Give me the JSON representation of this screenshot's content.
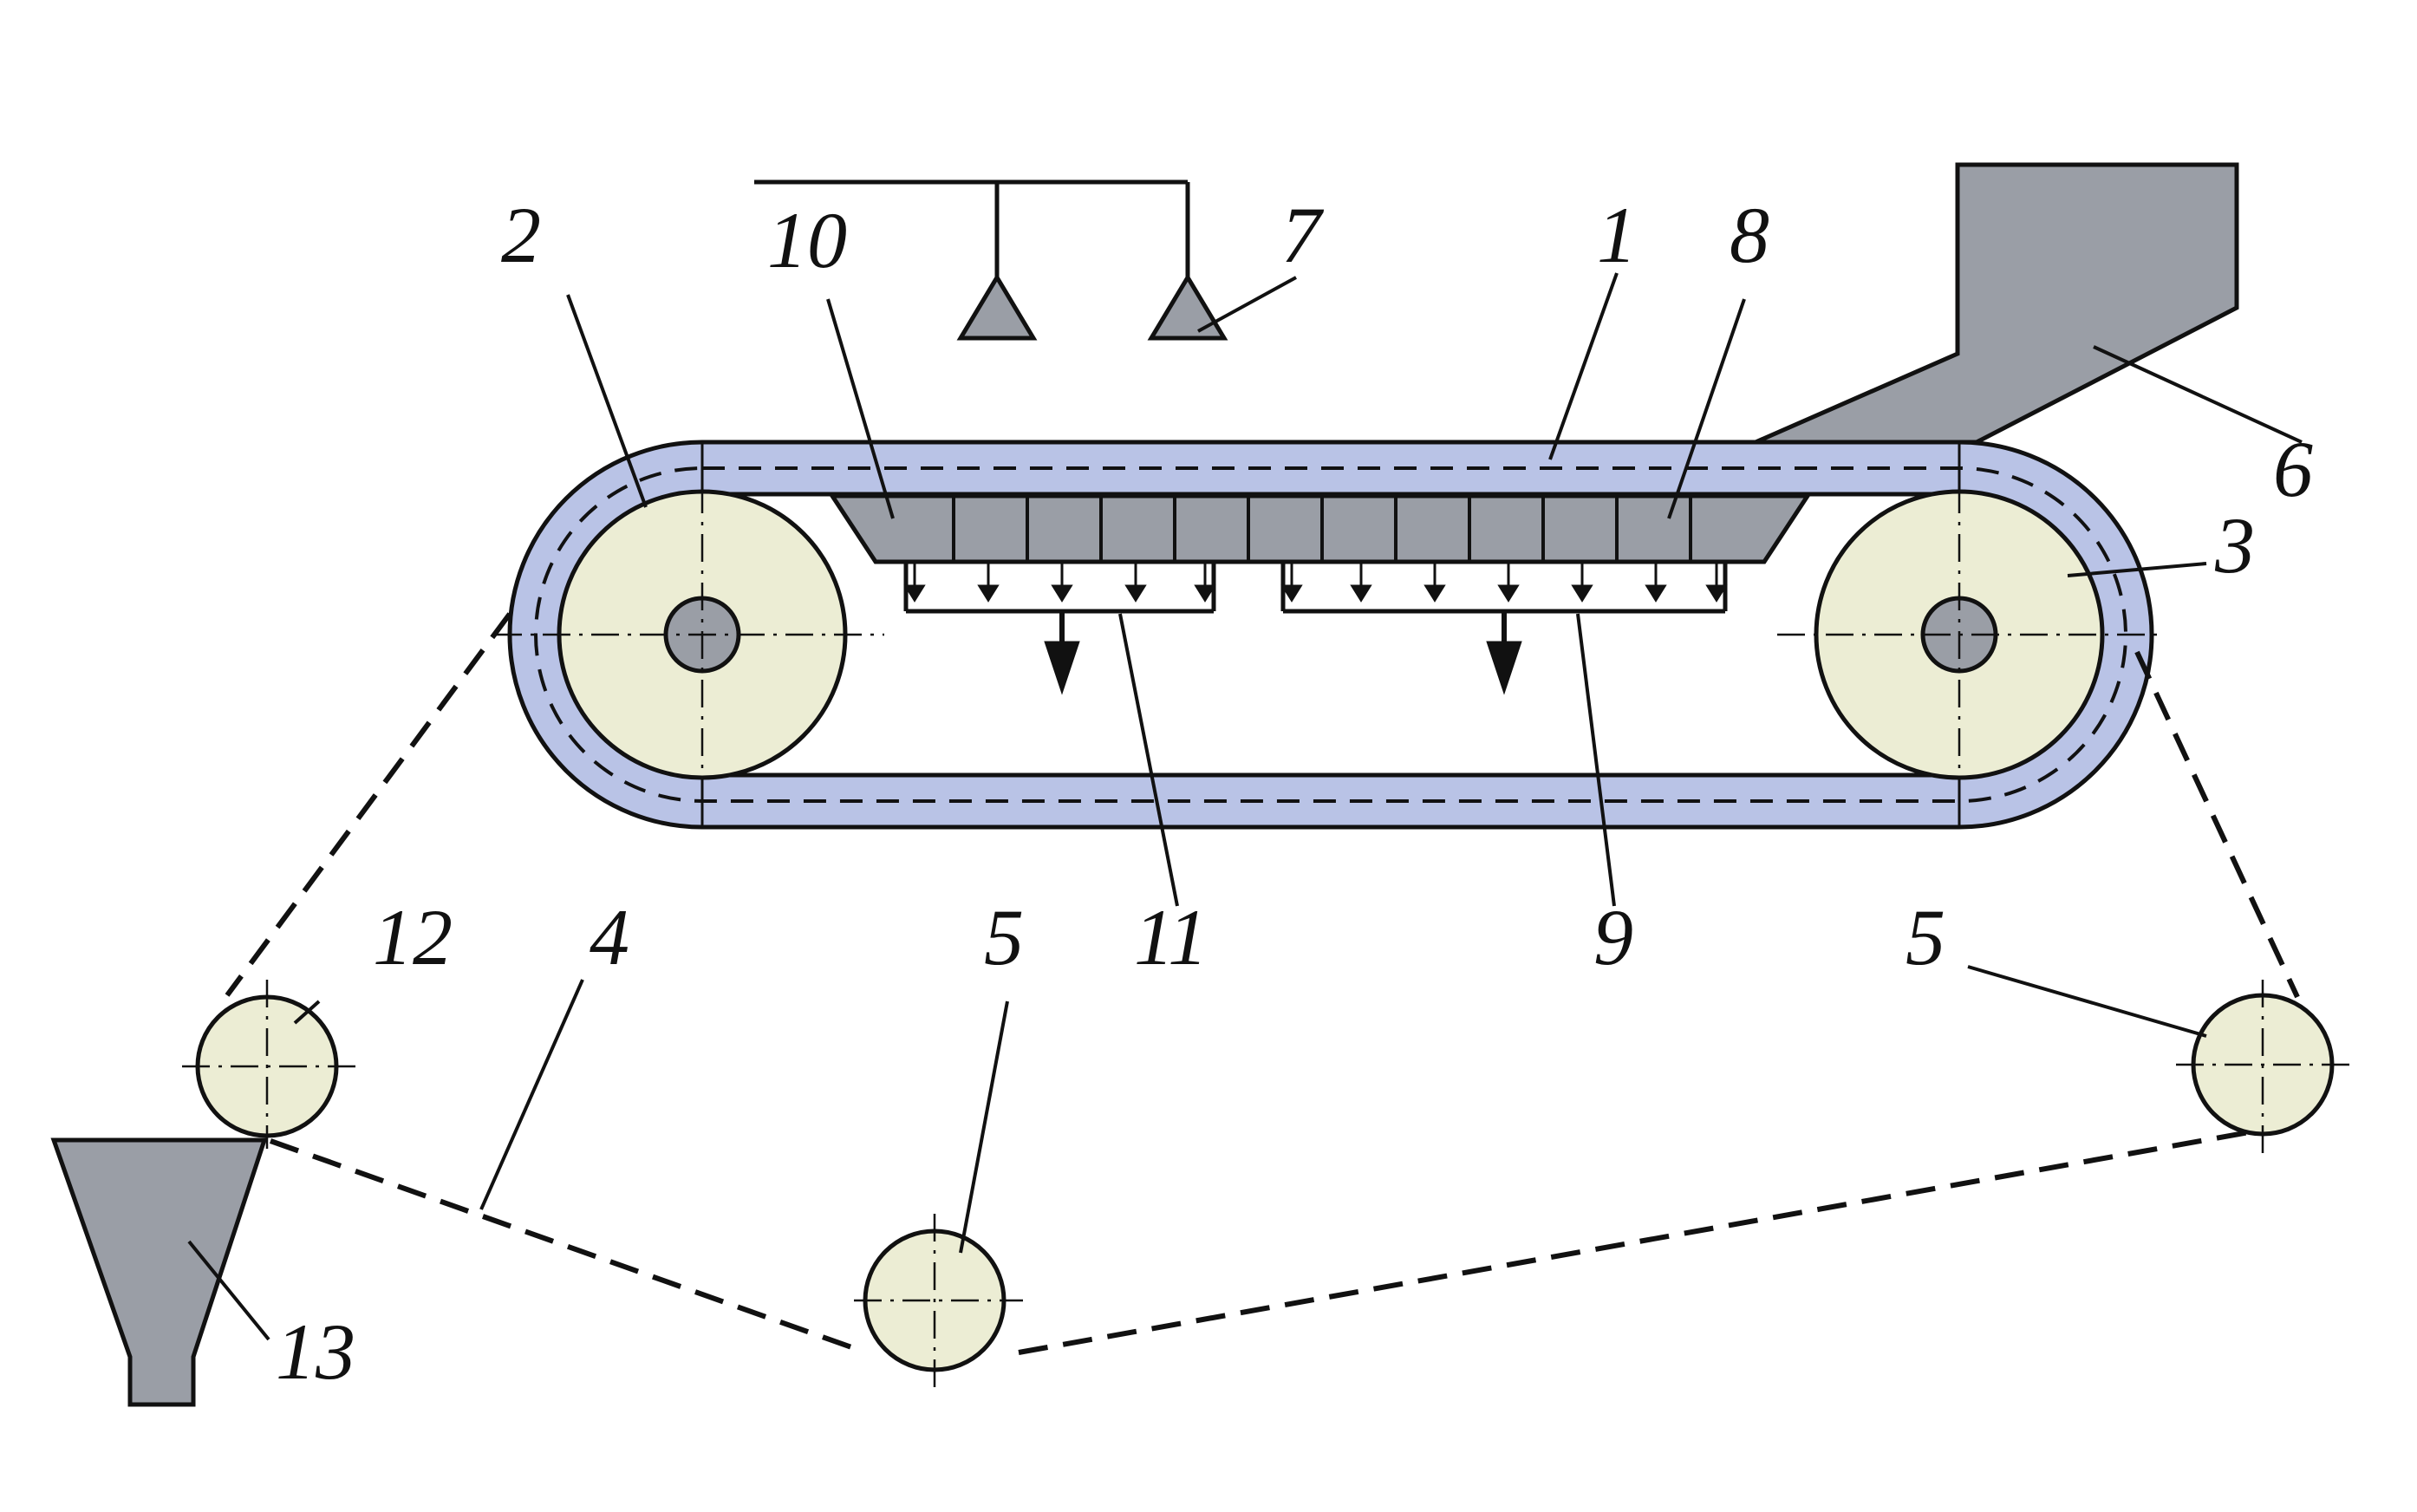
{
  "colors": {
    "belt": "#b9c3e6",
    "pulley": "#ecedd4",
    "hub": "#9a9ea6",
    "equipment": "#9a9ea6",
    "line": "#111111",
    "background": "#ffffff"
  },
  "labels": {
    "belt_1": "1",
    "drive_pulley_2": "2",
    "tail_pulley_3": "3",
    "tension_rope_4": "4",
    "idler_5_left": "5",
    "idler_5_right": "5",
    "feed_hopper_6": "6",
    "spray_nozzle_7": "7",
    "vacuum_box_8": "8",
    "filtrate_collector_9": "9",
    "vacuum_chamber_10": "10",
    "filtrate_collector_11": "11",
    "discharge_roller_12": "12",
    "discharge_funnel_13": "13"
  }
}
